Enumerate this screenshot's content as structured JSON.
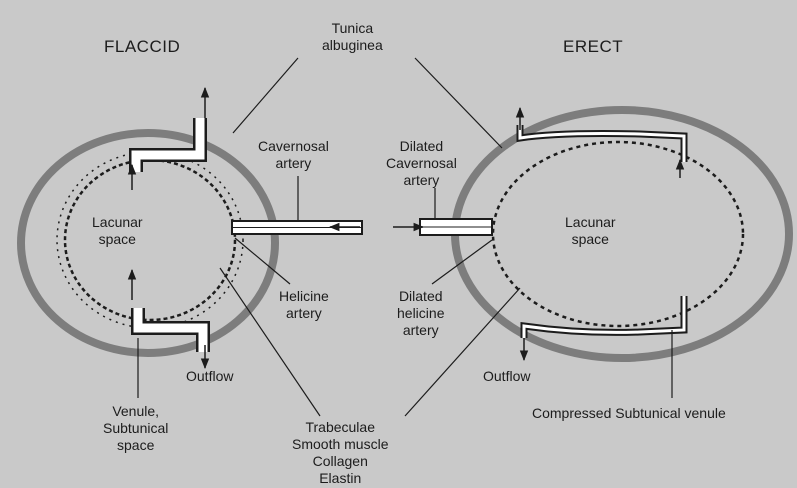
{
  "labels": {
    "flaccid": "FLACCID",
    "erect": "ERECT",
    "tunica": [
      "Tunica",
      "albuginea"
    ],
    "cavernosal_artery": [
      "Cavernosal",
      "artery"
    ],
    "dilated_cavernosal_artery": [
      "Dilated",
      "Cavernosal",
      "artery"
    ],
    "lacunar_space_left": [
      "Lacunar",
      "space"
    ],
    "lacunar_space_right": [
      "Lacunar",
      "space"
    ],
    "helicine_artery": [
      "Helicine",
      "artery"
    ],
    "dilated_helicine_artery": [
      "Dilated",
      "helicine",
      "artery"
    ],
    "outflow_left": "Outflow",
    "outflow_right": "Outflow",
    "venule": [
      "Venule,",
      "Subtunical",
      "space"
    ],
    "trabeculae": [
      "Trabeculae",
      "Smooth muscle",
      "Collagen",
      "Elastin"
    ],
    "compressed_venule": "Compressed Subtunical venule"
  },
  "colors": {
    "background": "#c9c9c9",
    "tunica_ring": "#7d7d7d",
    "line": "#1c1c1c",
    "vessel_fill": "#ffffff"
  }
}
